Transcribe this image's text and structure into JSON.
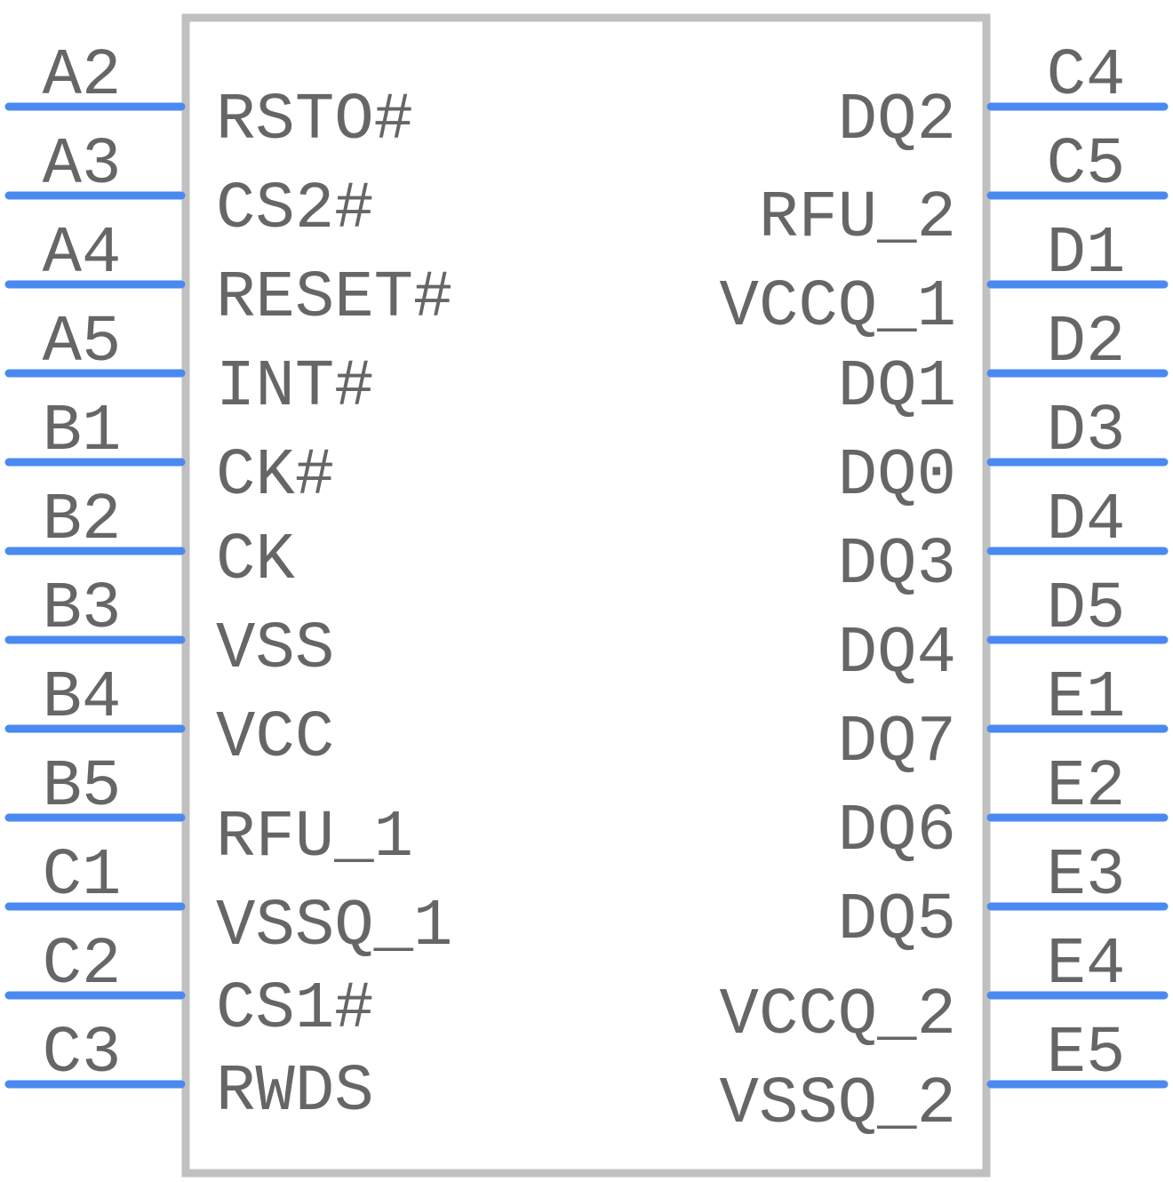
{
  "left_pins": [
    {
      "number": "A2",
      "name": "RSTO#"
    },
    {
      "number": "A3",
      "name": "CS2#"
    },
    {
      "number": "A4",
      "name": "RESET#"
    },
    {
      "number": "A5",
      "name": "INT#"
    },
    {
      "number": "B1",
      "name": "CK#"
    },
    {
      "number": "B2",
      "name": "CK"
    },
    {
      "number": "B3",
      "name": "VSS"
    },
    {
      "number": "B4",
      "name": "VCC"
    },
    {
      "number": "B5",
      "name": "RFU_1"
    },
    {
      "number": "C1",
      "name": "VSSQ_1"
    },
    {
      "number": "C2",
      "name": "CS1#"
    },
    {
      "number": "C3",
      "name": "RWDS"
    }
  ],
  "right_pins": [
    {
      "number": "C4",
      "name": "DQ2"
    },
    {
      "number": "C5",
      "name": "RFU_2"
    },
    {
      "number": "D1",
      "name": "VCCQ_1"
    },
    {
      "number": "D2",
      "name": "DQ1"
    },
    {
      "number": "D3",
      "name": "DQ0"
    },
    {
      "number": "D4",
      "name": "DQ3"
    },
    {
      "number": "D5",
      "name": "DQ4"
    },
    {
      "number": "E1",
      "name": "DQ7"
    },
    {
      "number": "E2",
      "name": "DQ6"
    },
    {
      "number": "E3",
      "name": "DQ5"
    },
    {
      "number": "E4",
      "name": "VCCQ_2"
    },
    {
      "number": "E5",
      "name": "VSSQ_2"
    }
  ],
  "colors": {
    "pin": "#4a8af0",
    "body_outline": "#c0c0c0",
    "text": "#666666"
  }
}
